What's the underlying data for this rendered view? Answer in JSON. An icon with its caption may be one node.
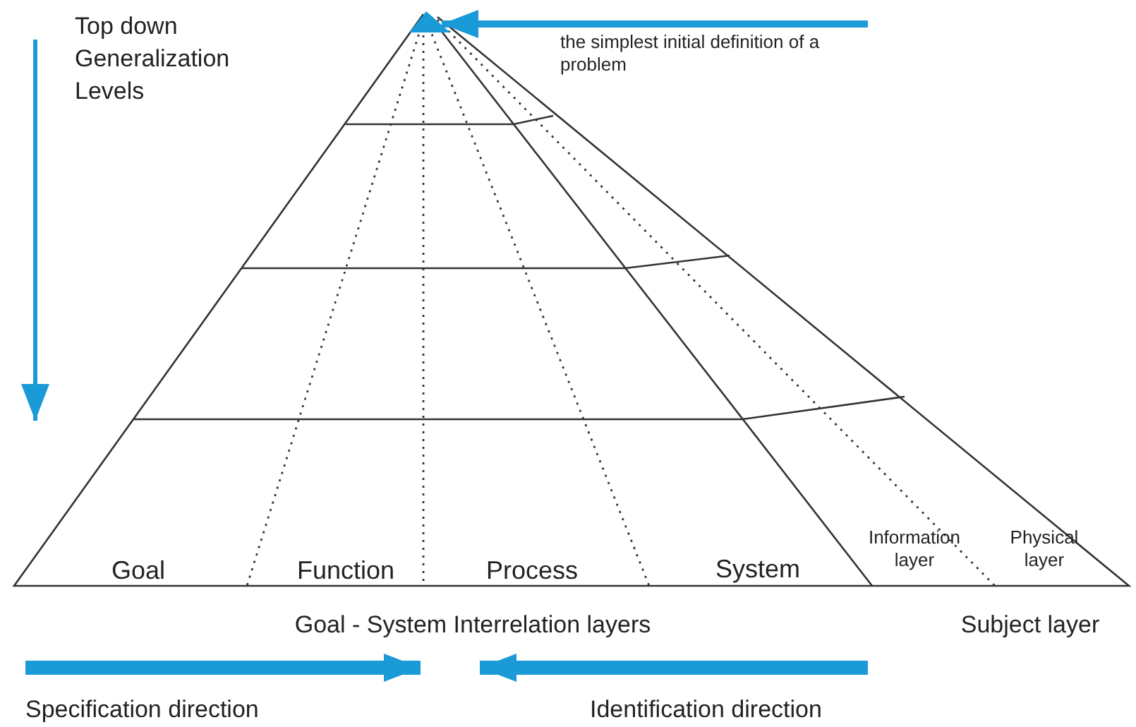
{
  "diagram": {
    "nodes": [
      {
        "text": [
          "the simplest initial definition of a problem"
        ]
      },
      {
        "text": [],
        "shape": "triangle"
      }
    ],
    "edges": [
      {
        "from": 0,
        "to": 1,
        "arrow": "to"
      }
    ],
    "labels": [
      "Top down Generalization Levels",
      "Goal",
      "Function",
      "Process",
      "System",
      "Information layer",
      "Physical layer",
      "Goal - System Interrelation layers",
      "Subject layer",
      "Specification direction",
      "Identification direction"
    ]
  }
}
